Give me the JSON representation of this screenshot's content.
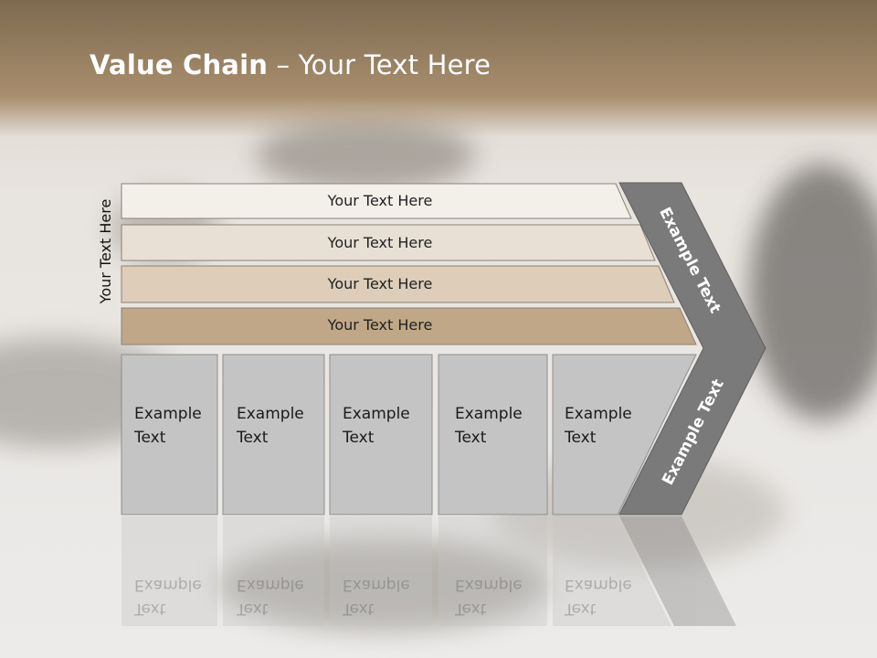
{
  "title": {
    "bold": "Value Chain",
    "rest": " – Your Text Here"
  },
  "side_label": "Your Text Here",
  "bars": [
    {
      "label": "Your Text Here",
      "color": "#f3efe9"
    },
    {
      "label": "Your Text Here",
      "color": "#e9e0d5"
    },
    {
      "label": "Your Text Here",
      "color": "#ddcdb9"
    },
    {
      "label": "Your Text Here",
      "color": "#c0a787"
    }
  ],
  "cells": [
    {
      "line1": "Example",
      "line2": "Text"
    },
    {
      "line1": "Example",
      "line2": "Text"
    },
    {
      "line1": "Example",
      "line2": "Text"
    },
    {
      "line1": "Example",
      "line2": "Text"
    },
    {
      "line1": "Example",
      "line2": "Text"
    }
  ],
  "chevron": {
    "upper": "Example Text",
    "lower": "Example Text",
    "color": "#7a7a7a"
  },
  "cell_color": "#c4c4c4"
}
